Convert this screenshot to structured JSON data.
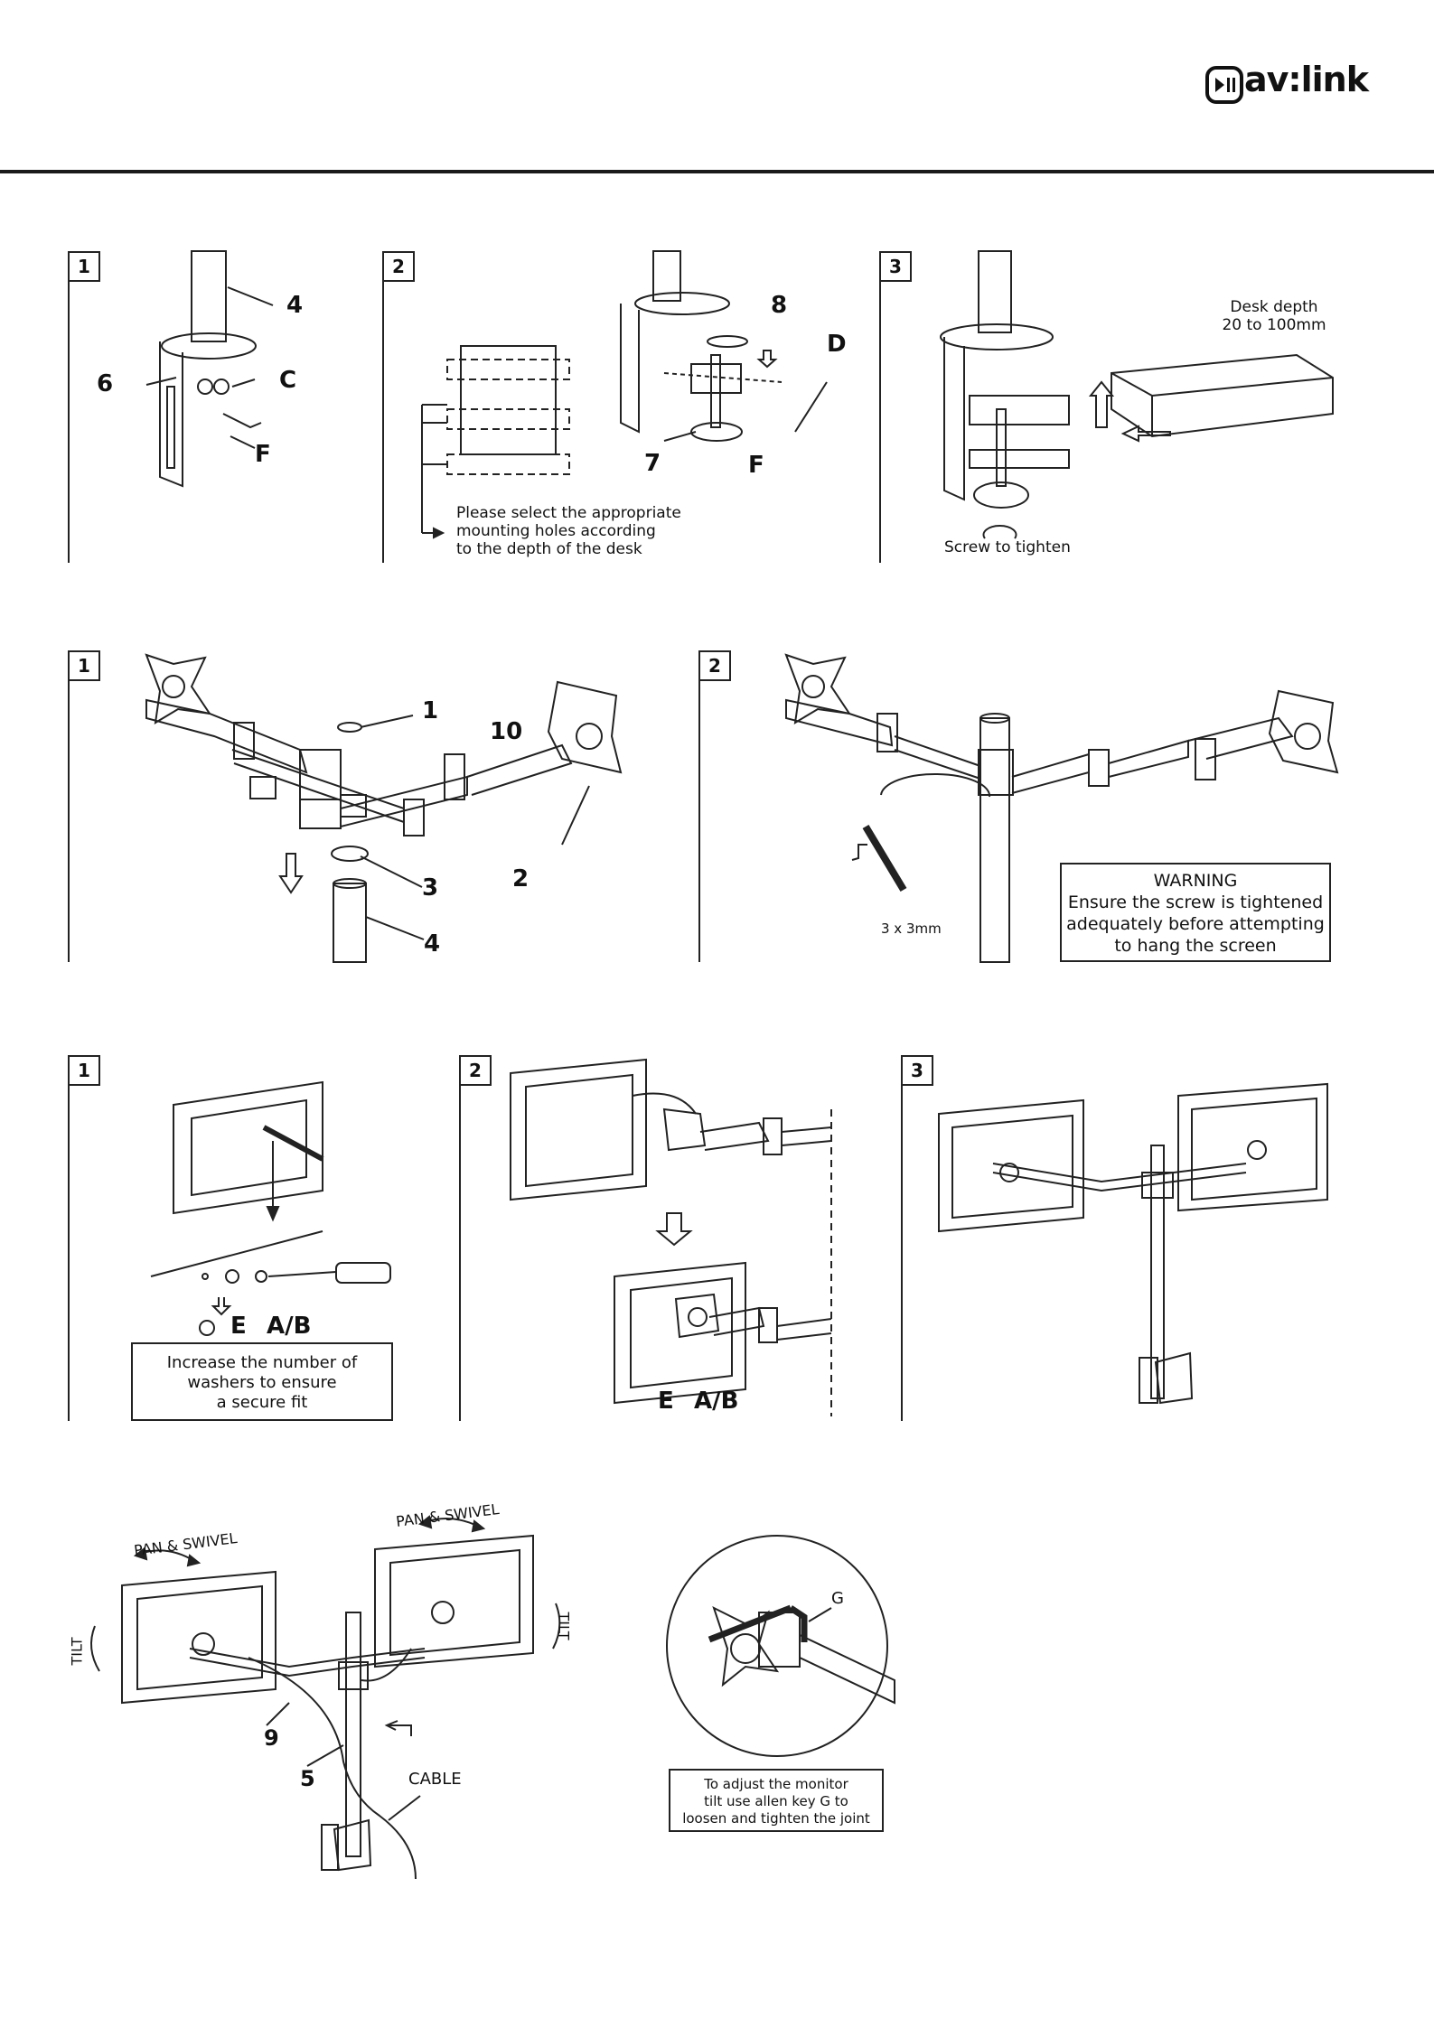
{
  "brand": {
    "logo_text": "av:link"
  },
  "section1": {
    "steps": [
      "1",
      "2",
      "3"
    ],
    "labels": {
      "p4": "4",
      "p6": "6",
      "pC": "C",
      "pF": "F",
      "p8": "8",
      "pD": "D",
      "p7": "7",
      "pF2": "F"
    },
    "note_holes": [
      "Please select the appropriate",
      "mounting holes according",
      "to the depth of the desk"
    ],
    "desk_depth": [
      "Desk depth",
      "20 to 100mm"
    ],
    "screw_tighten": "Screw to tighten"
  },
  "section2": {
    "steps": [
      "1",
      "2"
    ],
    "labels": {
      "p1": "1",
      "p10": "10",
      "p3": "3",
      "p2": "2",
      "p4": "4"
    },
    "allen": "3 x 3mm",
    "warning": [
      "WARNING",
      "Ensure the screw is tightened",
      "adequately before attempting",
      "to hang the screen"
    ]
  },
  "section3": {
    "steps": [
      "1",
      "2",
      "3"
    ],
    "labels": {
      "e1": "E",
      "ab1": "A/B",
      "e2": "E",
      "ab2": "A/B"
    },
    "washers": [
      "Increase the number of",
      "washers to ensure",
      "a secure fit"
    ]
  },
  "section4": {
    "pan_left": "PAN & SWIVEL",
    "pan_right": "PAN & SWIVEL",
    "tilt_left": "TILT",
    "tilt_right": "TILT",
    "labels": {
      "p9": "9",
      "p5": "5"
    },
    "cable": "CABLE",
    "g": "G",
    "tilt_note": [
      "To adjust the monitor",
      "tilt use allen key G to",
      "loosen and tighten the joint"
    ]
  }
}
